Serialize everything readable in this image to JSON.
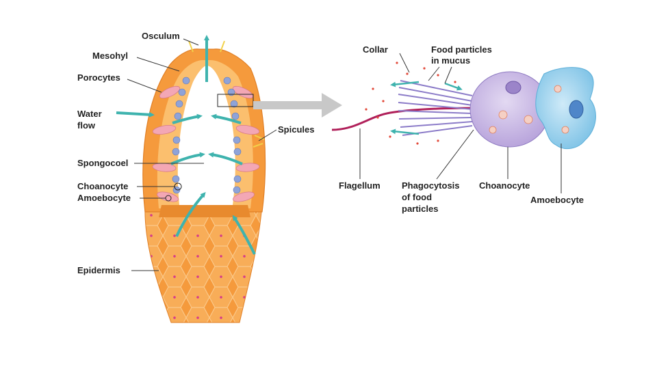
{
  "labels": {
    "osculum": "Osculum",
    "mesohyl": "Mesohyl",
    "porocytes": "Porocytes",
    "water_flow_1": "Water",
    "water_flow_2": "flow",
    "spongocoel": "Spongocoel",
    "choanocyte_left": "Choanocyte",
    "amoebocyte_left": "Amoebocyte",
    "spicules": "Spicules",
    "epidermis": "Epidermis",
    "collar": "Collar",
    "food_particles_1": "Food particles",
    "food_particles_2": "in mucus",
    "flagellum": "Flagellum",
    "phagocytosis_1": "Phagocytosis",
    "phagocytosis_2": "of food",
    "phagocytosis_3": "particles",
    "choanocyte_right": "Choanocyte",
    "amoebocyte_right": "Amoebocyte"
  },
  "colors": {
    "body_orange": "#f59a3c",
    "body_light": "#fbbf6e",
    "cell_grid": "#f7c98a",
    "cavity": "#ffffff",
    "water_arrow": "#3fb3ae",
    "choanocyte_blue": "#8fa3d8",
    "porocyte_pink": "#f3a7b5",
    "flagellum_magenta": "#b0205a",
    "choanocyte_body": "#c9b8e4",
    "amoebocyte_body": "#9fd3ee",
    "pointer_gray": "#c8c8c8"
  }
}
